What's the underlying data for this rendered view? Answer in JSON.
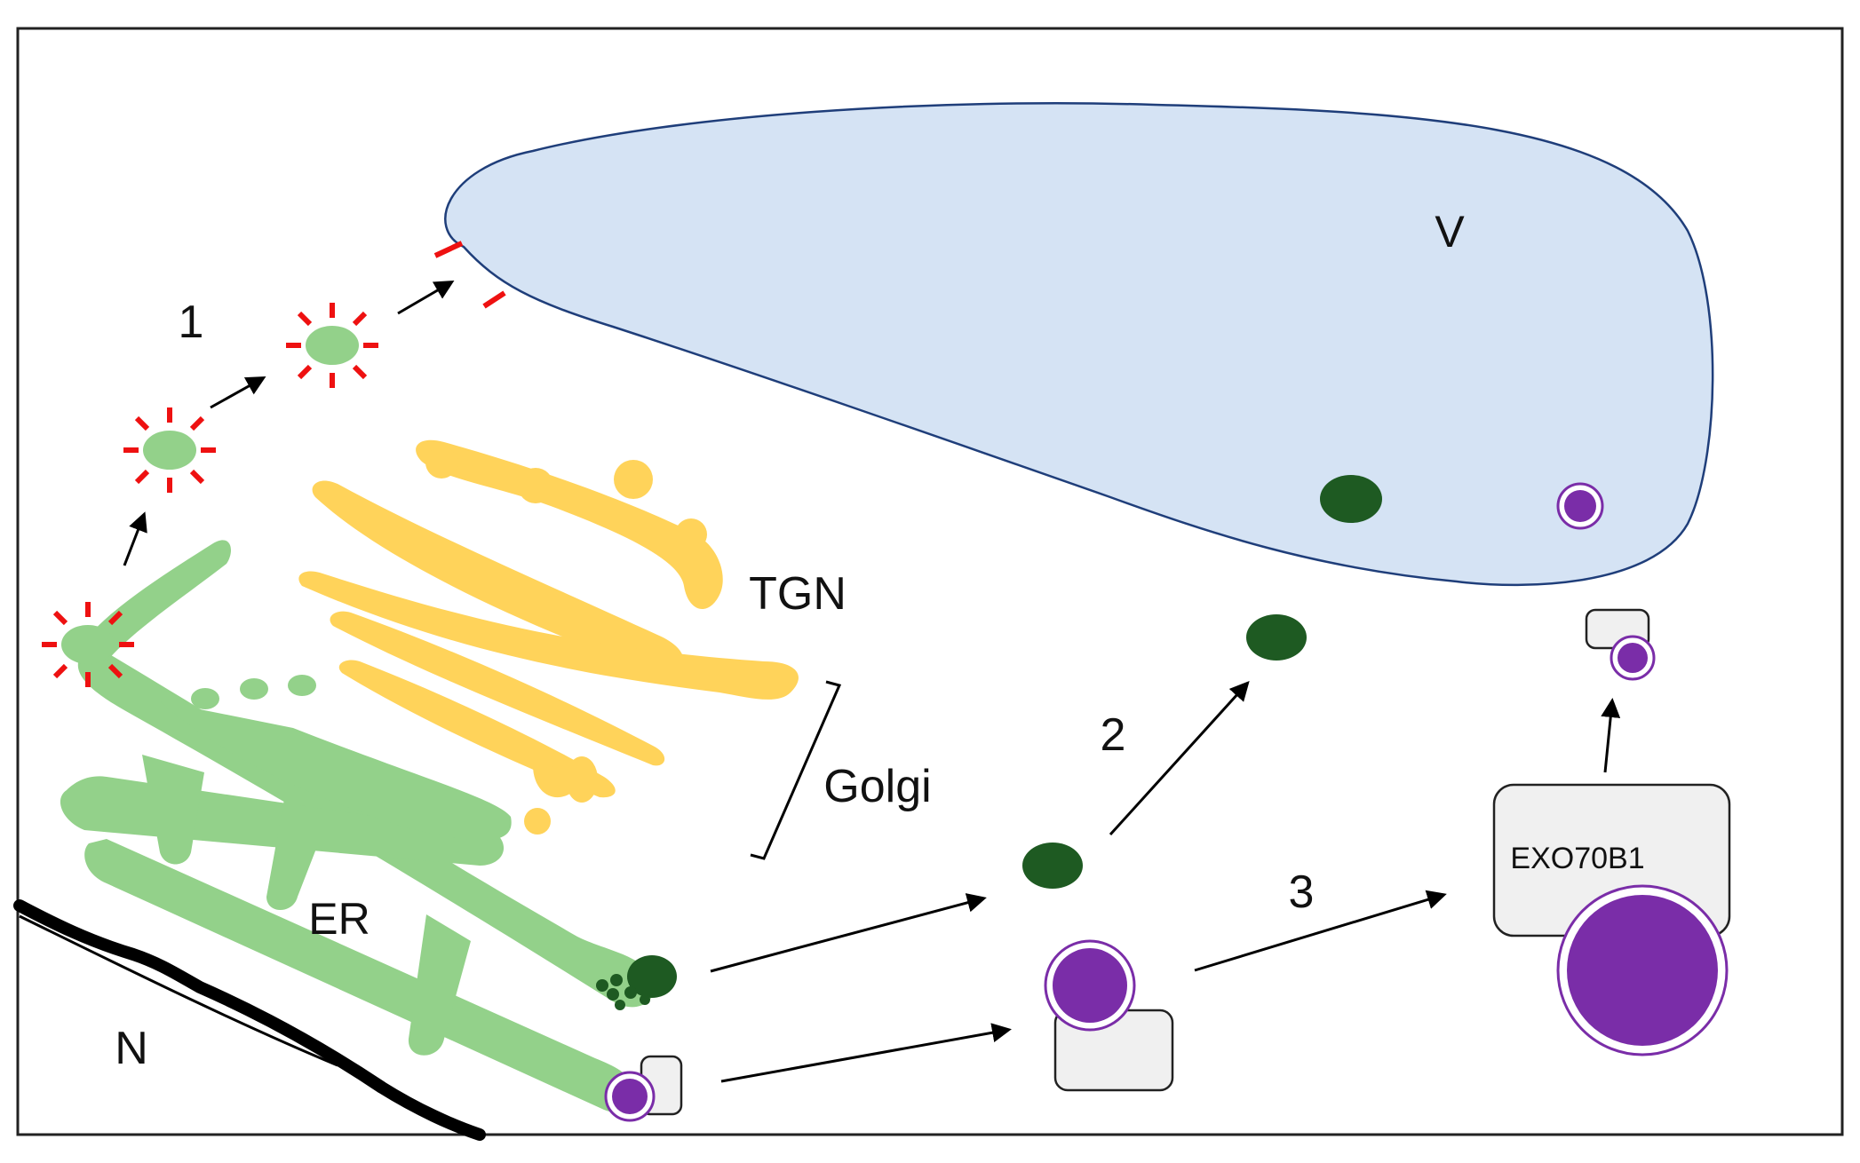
{
  "labels": {
    "vacuole": "V",
    "tgn": "TGN",
    "golgi": "Golgi",
    "er": "ER",
    "nucleus": "N",
    "exo70b1": "EXO70B1"
  },
  "steps": {
    "step1": "1",
    "step2": "2",
    "step3": "3"
  },
  "colors": {
    "vacuole_fill": "#d5e3f4",
    "vacuole_stroke": "#1f3e7a",
    "er_green": "#93d18a",
    "golgi_yellow": "#ffd35a",
    "dark_green": "#1e5a22",
    "purple": "#7a2da8",
    "red_spike": "#ee1111",
    "box_fill": "#f0f0f0",
    "nuclear_envelope": "#000000"
  }
}
